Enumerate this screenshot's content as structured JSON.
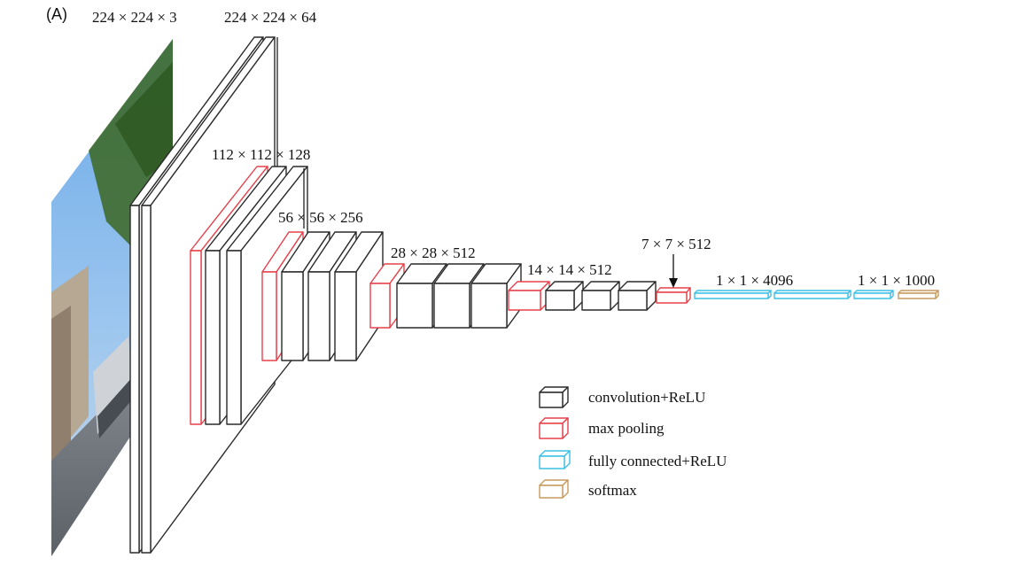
{
  "panel_label": "(A)",
  "colors": {
    "conv": "#2a2a2a",
    "pool": "#e8404a",
    "fc": "#3cc0e6",
    "softmax": "#c99a5e"
  },
  "input_image": {
    "description_icon": "street-photo"
  },
  "dimension_labels": {
    "input": "224 × 224 × 3",
    "block1": "224 × 224 × 64",
    "block2": "112 × 112 × 128",
    "block3": "56 × 56 × 256",
    "block4": "28 × 28 × 512",
    "block5": "14 × 14 × 512",
    "pool5": "7 × 7 × 512",
    "fc": "1 × 1 × 4096",
    "out": "1 × 1 × 1000"
  },
  "legend": [
    {
      "key": "conv",
      "label": "convolution+ReLU"
    },
    {
      "key": "pool",
      "label": "max pooling"
    },
    {
      "key": "fc",
      "label": "fully connected+ReLU"
    },
    {
      "key": "softmax",
      "label": "softmax"
    }
  ]
}
